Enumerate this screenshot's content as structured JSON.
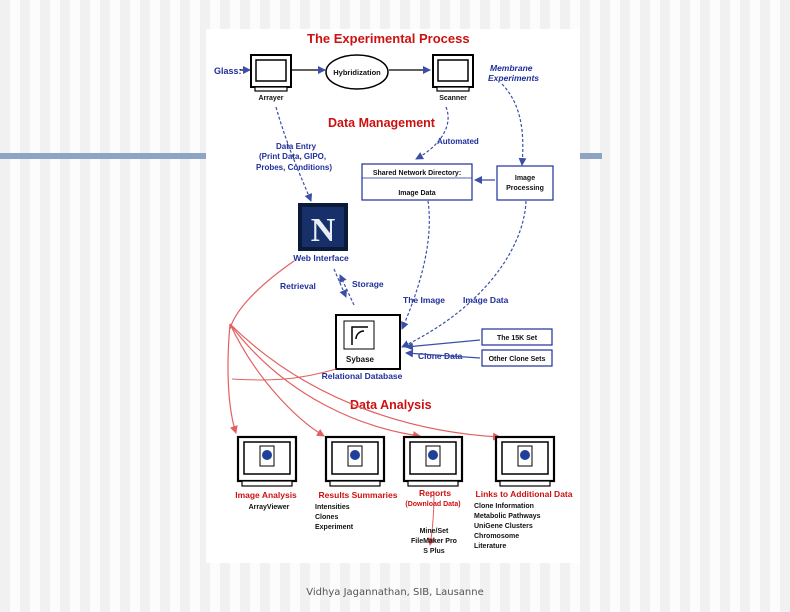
{
  "slide": {
    "footer": "Vidhya Jagannathan, SIB, Lausanne",
    "accent_bar_color": "#8fa3c4"
  },
  "diagram": {
    "title": "The Experimental Process",
    "sections": {
      "data_management": "Data Management",
      "data_analysis": "Data Analysis"
    },
    "nodes": {
      "glass": "Glass:",
      "arrayer": "Arrayer",
      "hybridization": "Hybridization",
      "scanner": "Scanner",
      "membrane_1": "Membrane",
      "membrane_2": "Experiments",
      "shared_dir": "Shared Network Directory:",
      "image_data_box": "Image Data",
      "image_proc_1": "Image",
      "image_proc_2": "Processing",
      "web_logo": "N",
      "web_interface": "Web Interface",
      "sybase": "Sybase",
      "relational_db": "Relational Database",
      "set_15k": "The 15K Set",
      "other_clone_sets": "Other Clone Sets"
    },
    "edge_labels": {
      "data_entry_1": "Data Entry",
      "data_entry_2": "(Print Data, GIPO,",
      "data_entry_3": "Probes, Conditions)",
      "automated": "Automated",
      "retrieval": "Retrieval",
      "storage": "Storage",
      "the_image": "The Image",
      "image_data": "Image Data",
      "clone_data": "Clone Data"
    },
    "outputs": {
      "image_analysis": {
        "title": "Image Analysis",
        "lines": [
          "ArrayViewer"
        ]
      },
      "results_summaries": {
        "title": "Results Summaries",
        "lines": [
          "Intensities",
          "Clones",
          "Experiment"
        ]
      },
      "reports": {
        "title": "Reports",
        "subtitle": "(Download  Data)",
        "lines": [
          "Mine/Set",
          "FileMaker Pro",
          "S Plus"
        ]
      },
      "links": {
        "title": "Links to Additional Data",
        "lines": [
          "Clone Information",
          "Metabolic Pathways",
          "UniGene Clusters",
          "Chromosome",
          "Literature"
        ]
      }
    },
    "colors": {
      "title_red": "#cc1111",
      "label_blue": "#1f2f9a",
      "flow_blue": "#3b4fa8",
      "flow_red": "#e26060"
    }
  }
}
